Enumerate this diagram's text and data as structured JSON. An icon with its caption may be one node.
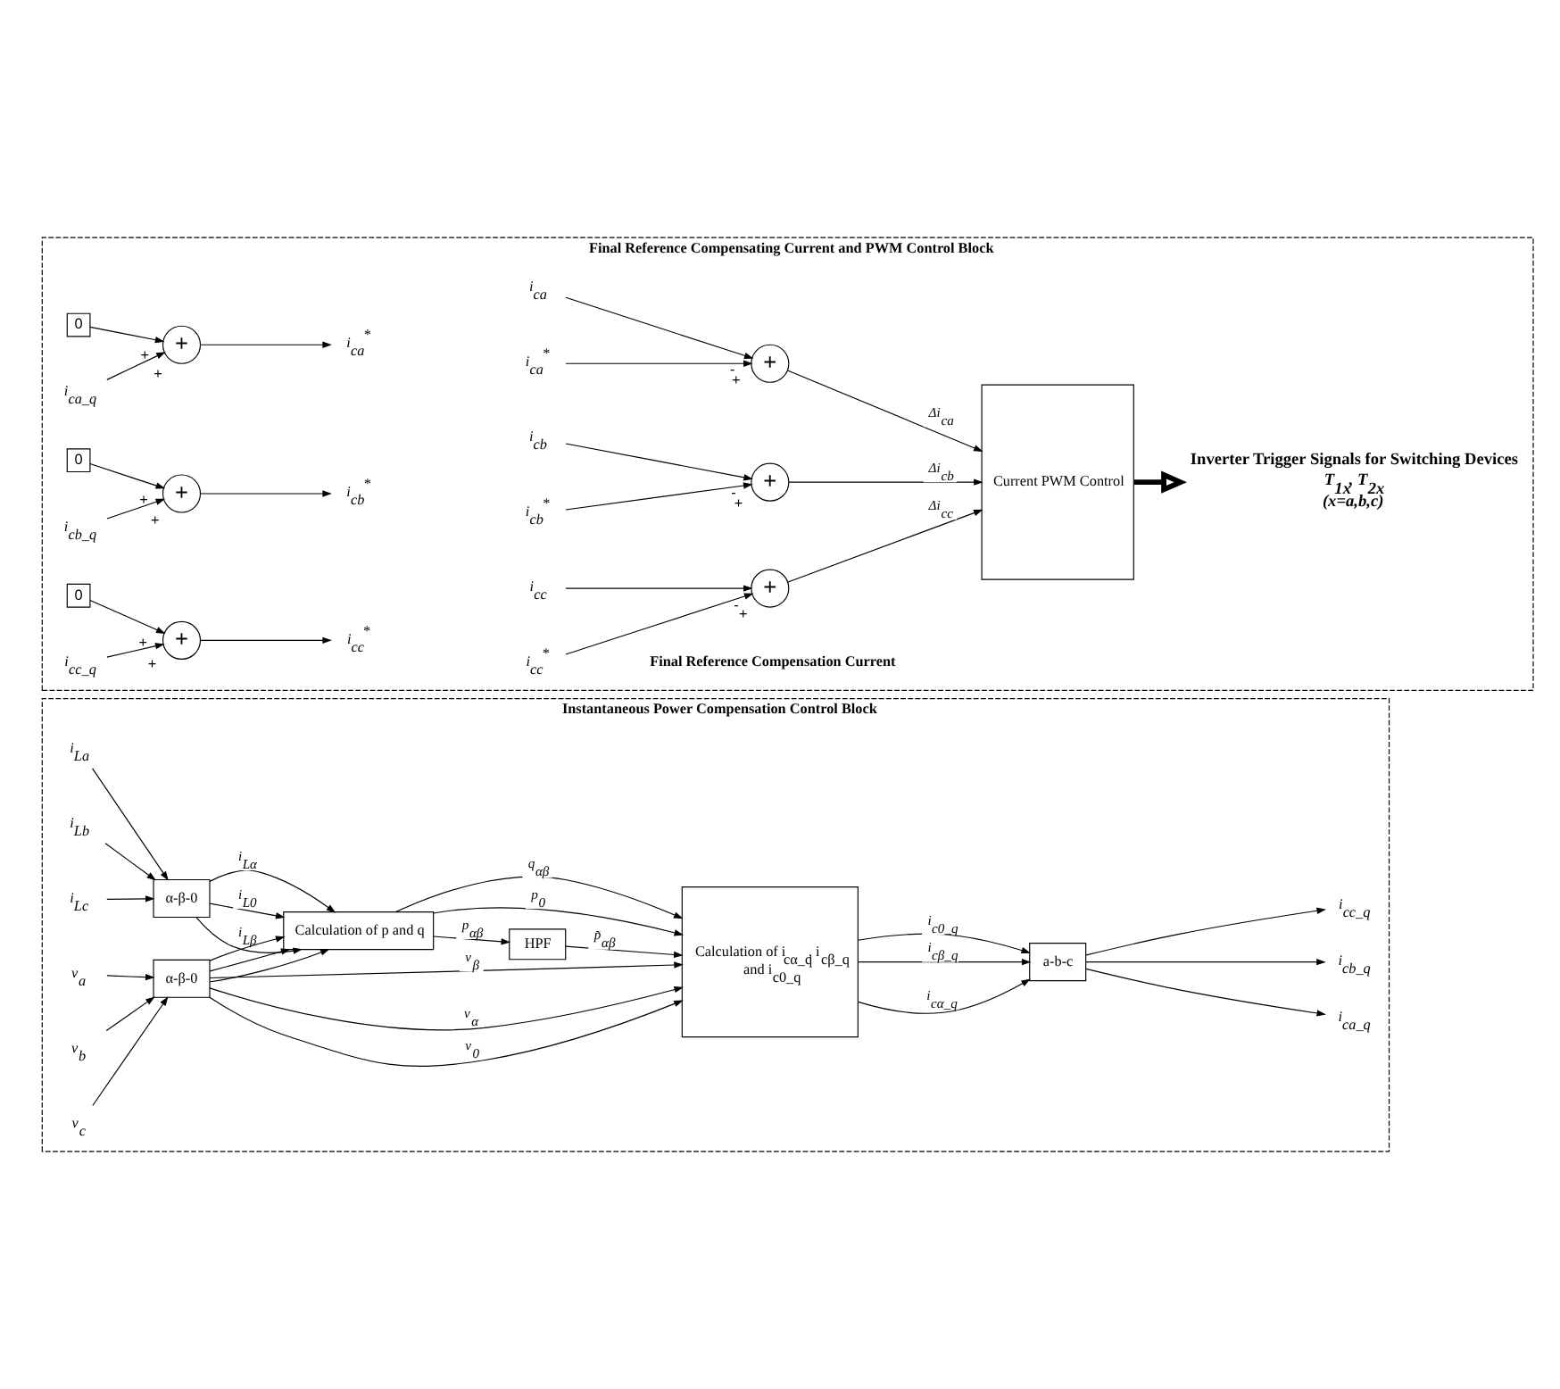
{
  "diagram": {
    "nodes": [
      {
        "text": [
          "Instantaneous Power Compensation Control Block"
        ]
      },
      {
        "text": [
          "i$_{La}$"
        ],
        "in": 0
      },
      {
        "text": [
          "i$_{Lb}$"
        ],
        "in": 0
      },
      {
        "text": [
          "i$_{Lc}$"
        ],
        "in": 0
      },
      {
        "text": [
          "α-β-0"
        ],
        "in": 0
      },
      {
        "text": [
          "v$_{a}$"
        ],
        "in": 0
      },
      {
        "text": [
          "v$_{b}$"
        ],
        "in": 0
      },
      {
        "text": [
          "v$_{c}$"
        ],
        "in": 0
      },
      {
        "text": [
          "α-β-0"
        ],
        "in": 0
      },
      {
        "text": [
          "Calculation of p and q"
        ],
        "in": 0
      },
      {
        "text": [
          "HPF"
        ],
        "in": 0
      },
      {
        "text": [
          "Calculation of i$_{cα_q}$, i$_{cβ_q}$ and i$_{c0_q}$"
        ],
        "in": 0
      },
      {
        "text": [
          "a-b-c"
        ],
        "in": 0
      },
      {
        "text": [
          "i$_{ca_q}$"
        ],
        "in": 0
      },
      {
        "text": [
          "i$_{cb_q}$"
        ],
        "in": 0
      },
      {
        "text": [
          "i$_{cc_q}$"
        ],
        "in": 0
      },
      {
        "text": [
          "Final Reference Compensating Current and PWM Control Block"
        ]
      },
      {
        "text": [
          "0"
        ],
        "in": 16
      },
      {
        "text": [
          "i$_{ca_q}$"
        ],
        "in": 16
      },
      {
        "text": [
          "+"
        ],
        "in": 16
      },
      {
        "text": [
          "i$_{ca}$$^{*}$"
        ],
        "in": 16
      },
      {
        "text": [
          "i$_{ca}$"
        ],
        "in": 16
      },
      {
        "text": [
          "i$_{ca}$$^{*}$"
        ],
        "in": 16
      },
      {
        "text": [
          "+"
        ],
        "in": 16
      },
      {
        "text": [
          "0"
        ],
        "in": 16
      },
      {
        "text": [
          "i$_{cb_q}$"
        ],
        "in": 16
      },
      {
        "text": [
          "+"
        ],
        "in": 16
      },
      {
        "text": [
          "i$_{cb}$$^{*}$"
        ],
        "in": 16
      },
      {
        "text": [
          "i$_{cb}$"
        ],
        "in": 16
      },
      {
        "text": [
          "i$_{cb}$$^{*}$"
        ],
        "in": 16
      },
      {
        "text": [
          "+"
        ],
        "in": 16
      },
      {
        "text": [
          "0"
        ],
        "in": 16
      },
      {
        "text": [
          "i$_{cc_q}$"
        ],
        "in": 16
      },
      {
        "text": [
          "+"
        ],
        "in": 16
      },
      {
        "text": [
          "i$_{cc}$$^{*}$"
        ],
        "in": 16
      },
      {
        "text": [
          "i$_{cc}$"
        ],
        "in": 16
      },
      {
        "text": [
          "i$_{cc}$$^{*}$"
        ],
        "in": 16
      },
      {
        "text": [
          "+"
        ],
        "in": 16
      },
      {
        "text": [
          "Current PWM Control"
        ],
        "in": 16
      },
      {
        "text": [
          "Inverter Trigger Signals for Switching Devices",
          "T$_{1x}$, T$_{2x}$ (x=a,b,c)"
        ],
        "in": 16
      }
    ],
    "edges": [
      {
        "from": 1,
        "to": 4,
        "arrow": "to"
      },
      {
        "from": 2,
        "to": 4,
        "arrow": "to"
      },
      {
        "from": 3,
        "to": 4,
        "arrow": "to"
      },
      {
        "from": 5,
        "to": 8,
        "arrow": "to"
      },
      {
        "from": 6,
        "to": 8,
        "arrow": "to"
      },
      {
        "from": 7,
        "to": 8,
        "arrow": "to"
      },
      {
        "from": 4,
        "to": 9,
        "arrow": "to",
        "label": "i$_{Lα}$"
      },
      {
        "from": 4,
        "to": 9,
        "arrow": "to",
        "label": "i$_{Lβ}$"
      },
      {
        "from": 4,
        "to": 9,
        "arrow": "to",
        "label": "i$_{L0}$"
      },
      {
        "from": 9,
        "to": 11,
        "arrow": "to",
        "label": "p$_{0}$"
      },
      {
        "from": 9,
        "to": 10,
        "arrow": "to",
        "label": "p$_{αβ}$"
      },
      {
        "from": 10,
        "to": 11,
        "arrow": "to",
        "label": "p̃$_{αβ}$"
      },
      {
        "from": 9,
        "to": 11,
        "arrow": "to",
        "label": "q$_{αβ}$"
      },
      {
        "from": 8,
        "to": 11,
        "arrow": "to",
        "label": "v$_{α}$"
      },
      {
        "from": 8,
        "to": 9,
        "arrow": "to"
      },
      {
        "from": 8,
        "to": 11,
        "arrow": "to",
        "label": "v$_{β}$"
      },
      {
        "from": 8,
        "to": 9,
        "arrow": "to"
      },
      {
        "from": 8,
        "to": 11,
        "arrow": "to",
        "label": "v$_{0}$"
      },
      {
        "from": 8,
        "to": 9,
        "arrow": "to"
      },
      {
        "from": 11,
        "to": 12,
        "arrow": "to",
        "label": "i$_{cα_q}$"
      },
      {
        "from": 11,
        "to": 12,
        "arrow": "to",
        "label": "i$_{cβ_q}$"
      },
      {
        "from": 11,
        "to": 12,
        "arrow": "to",
        "label": "i$_{c0_q}$"
      },
      {
        "from": 12,
        "to": 13,
        "arrow": "to"
      },
      {
        "from": 12,
        "to": 14,
        "arrow": "to"
      },
      {
        "from": 12,
        "to": 15,
        "arrow": "to"
      },
      {
        "from": 17,
        "to": 19,
        "arrow": "to",
        "label": "+"
      },
      {
        "from": 18,
        "to": 19,
        "arrow": "to",
        "label": "+"
      },
      {
        "from": 19,
        "to": 20,
        "arrow": "to"
      },
      {
        "from": 21,
        "to": 23,
        "arrow": "to",
        "label": "-"
      },
      {
        "from": 22,
        "to": 23,
        "arrow": "to",
        "label": "+"
      },
      {
        "from": 23,
        "to": 38,
        "arrow": "to",
        "label": "Δi$_{ca}$"
      },
      {
        "from": 24,
        "to": 26,
        "arrow": "to",
        "label": "+"
      },
      {
        "from": 25,
        "to": 26,
        "arrow": "to",
        "label": "+"
      },
      {
        "from": 26,
        "to": 27,
        "arrow": "to"
      },
      {
        "from": 28,
        "to": 30,
        "arrow": "to",
        "label": "-"
      },
      {
        "from": 29,
        "to": 30,
        "arrow": "to",
        "label": "+"
      },
      {
        "from": 30,
        "to": 38,
        "arrow": "to",
        "label": "Δi$_{cb}$"
      },
      {
        "from": 31,
        "to": 33,
        "arrow": "to",
        "label": "+"
      },
      {
        "from": 32,
        "to": 33,
        "arrow": "to",
        "label": "+"
      },
      {
        "from": 33,
        "to": 34,
        "arrow": "to"
      },
      {
        "from": 35,
        "to": 37,
        "arrow": "to",
        "label": "-"
      },
      {
        "from": 36,
        "to": 37,
        "arrow": "to",
        "label": "+"
      },
      {
        "from": 37,
        "to": 38,
        "arrow": "to",
        "label": "Δi$_{cc}$"
      },
      {
        "from": 38,
        "to": 39,
        "arrow": "to",
        "style": "thick"
      }
    ],
    "labels": [
      "Final Reference Compensation Current"
    ]
  }
}
